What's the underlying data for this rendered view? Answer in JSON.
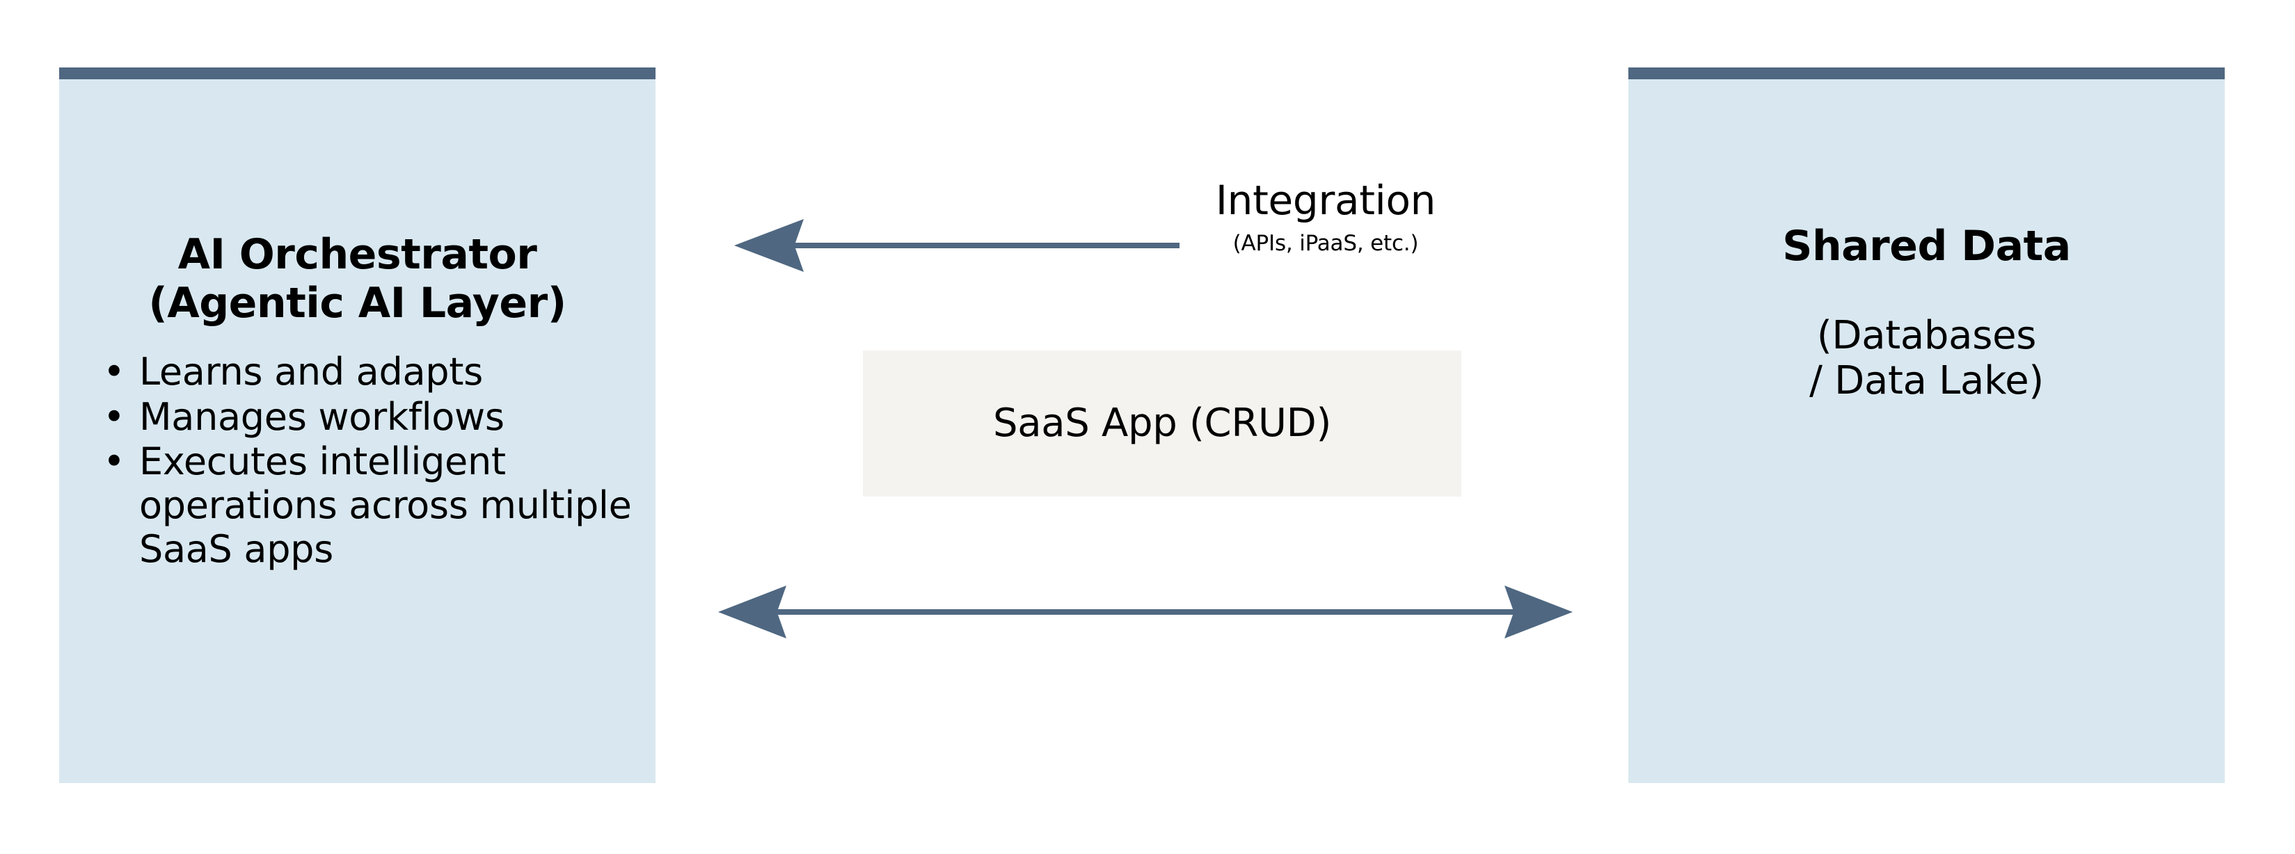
{
  "diagram": {
    "colors": {
      "panel_fill": "#d9e8f0",
      "panel_topbar": "#4f6781",
      "arrow": "#4f6781",
      "saas_box_fill": "#f4f3ef",
      "text": "#000000",
      "background": "#ffffff"
    }
  },
  "left_panel": {
    "title_line1": "AI Orchestrator",
    "title_line2": "(Agentic AI Layer)",
    "bullets": [
      "Learns and adapts",
      "Manages workflows",
      "Executes intelligent operations across multiple SaaS apps"
    ],
    "bullet_glyph": "•"
  },
  "right_panel": {
    "title": "Shared Data",
    "sub_line1": "(Databases",
    "sub_line2": "/ Data Lake)"
  },
  "center": {
    "integration_title": "Integration",
    "integration_sub": "(APIs, iPaaS, etc.)",
    "saas_box_label": "SaaS App (CRUD)"
  },
  "arrows": {
    "integration_arrow_direction": "left",
    "data_arrow_direction": "bidirectional"
  }
}
